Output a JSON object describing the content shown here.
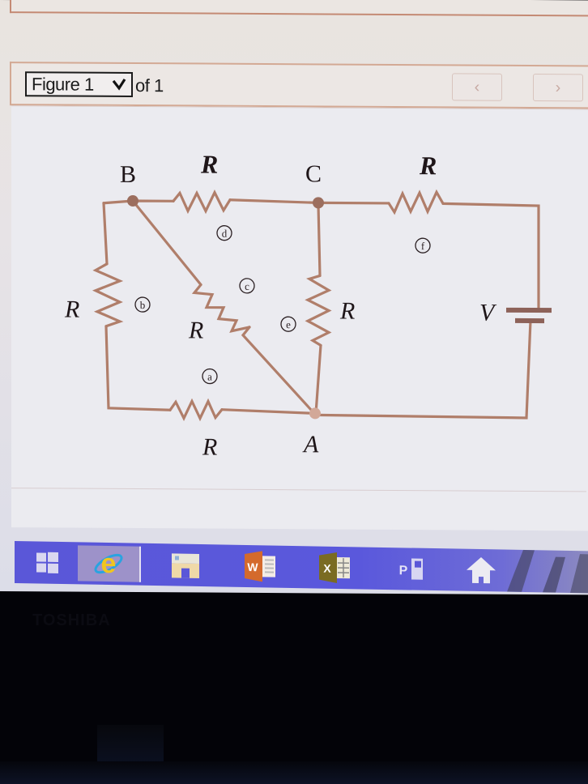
{
  "viewer": {
    "figure_select": {
      "selected": "Figure 1",
      "icon": "chevron-down-icon"
    },
    "of_text": "of 1",
    "prev_button": {
      "icon": "chevron-left-icon",
      "glyph": "‹"
    },
    "next_button": {
      "icon": "chevron-right-icon",
      "glyph": "›"
    }
  },
  "circuit": {
    "nodes": {
      "A": "A",
      "B": "B",
      "C": "C"
    },
    "resistor_label": "R",
    "battery_label": "V",
    "resistors": [
      {
        "id": "a",
        "tag": "a",
        "label": "R",
        "between": [
          "B-left-branch",
          "A"
        ]
      },
      {
        "id": "b",
        "tag": "b",
        "label": "R",
        "between": [
          "B",
          "bottom-left"
        ]
      },
      {
        "id": "c",
        "tag": "c",
        "label": "R",
        "between": [
          "B",
          "A"
        ]
      },
      {
        "id": "d",
        "tag": "d",
        "label": "R",
        "between": [
          "B",
          "C"
        ]
      },
      {
        "id": "e",
        "tag": "e",
        "label": "R",
        "between": [
          "C",
          "A"
        ]
      },
      {
        "id": "f",
        "tag": "f",
        "label": "R",
        "between": [
          "C",
          "battery"
        ]
      }
    ],
    "wire_color": "#b07e6a",
    "text_color": "#1e1518"
  },
  "taskbar": {
    "items": [
      {
        "name": "start",
        "icon": "windows-start-icon"
      },
      {
        "name": "internet-explorer",
        "icon": "internet-explorer-icon",
        "glyph": "e",
        "active": true
      },
      {
        "name": "file-explorer",
        "icon": "file-explorer-icon"
      },
      {
        "name": "word",
        "icon": "word-icon",
        "glyph": "W"
      },
      {
        "name": "excel",
        "icon": "excel-icon",
        "glyph": "X"
      },
      {
        "name": "publisher",
        "icon": "publisher-icon",
        "glyph": "P"
      },
      {
        "name": "home",
        "icon": "home-icon"
      }
    ],
    "color": "#5a57d8"
  },
  "bezel": {
    "brand": "TOSHIBA"
  }
}
